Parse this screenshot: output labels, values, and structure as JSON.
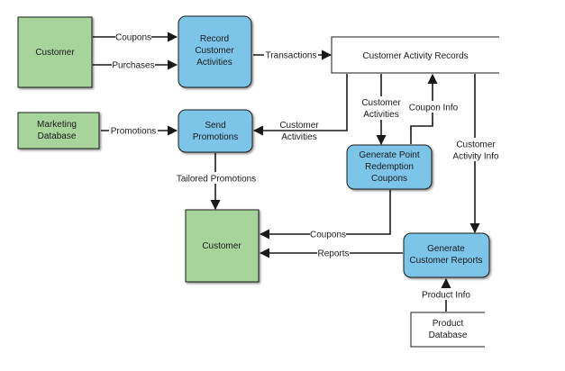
{
  "colors": {
    "entity_fill": "#a6d49a",
    "process_fill": "#7cc4e8",
    "store_fill": "#ffffff",
    "line": "#1a1a1a"
  },
  "entities": {
    "customer_top": {
      "lines": [
        "Customer"
      ]
    },
    "marketing_db": {
      "lines": [
        "Marketing",
        "Database"
      ]
    },
    "customer_mid": {
      "lines": [
        "Customer"
      ]
    }
  },
  "processes": {
    "record": {
      "lines": [
        "Record",
        "Customer",
        "Activities"
      ]
    },
    "send": {
      "lines": [
        "Send",
        "Promotions"
      ]
    },
    "generate_coupons": {
      "lines": [
        "Generate Point",
        "Redemption",
        "Coupons"
      ]
    },
    "generate_reports": {
      "lines": [
        "Generate",
        "Customer Reports"
      ]
    }
  },
  "stores": {
    "activity_records": {
      "lines": [
        "Customer Activity Records"
      ]
    },
    "product_db": {
      "lines": [
        "Product",
        "Database"
      ]
    }
  },
  "flows": {
    "coupons_in": {
      "lines": [
        "Coupons"
      ]
    },
    "purchases": {
      "lines": [
        "Purchases"
      ]
    },
    "transactions": {
      "lines": [
        "Transactions"
      ]
    },
    "promotions": {
      "lines": [
        "Promotions"
      ]
    },
    "activities_to_send": {
      "lines": [
        "Customer",
        "Activities"
      ]
    },
    "activities_to_coupons": {
      "lines": [
        "Customer",
        "Activities"
      ]
    },
    "coupon_info": {
      "lines": [
        "Coupon Info"
      ]
    },
    "activity_info": {
      "lines": [
        "Customer",
        "Activity Info"
      ]
    },
    "tailored": {
      "lines": [
        "Tailored Promotions"
      ]
    },
    "coupons_out": {
      "lines": [
        "Coupons"
      ]
    },
    "reports": {
      "lines": [
        "Reports"
      ]
    },
    "product_info": {
      "lines": [
        "Product Info"
      ]
    }
  }
}
